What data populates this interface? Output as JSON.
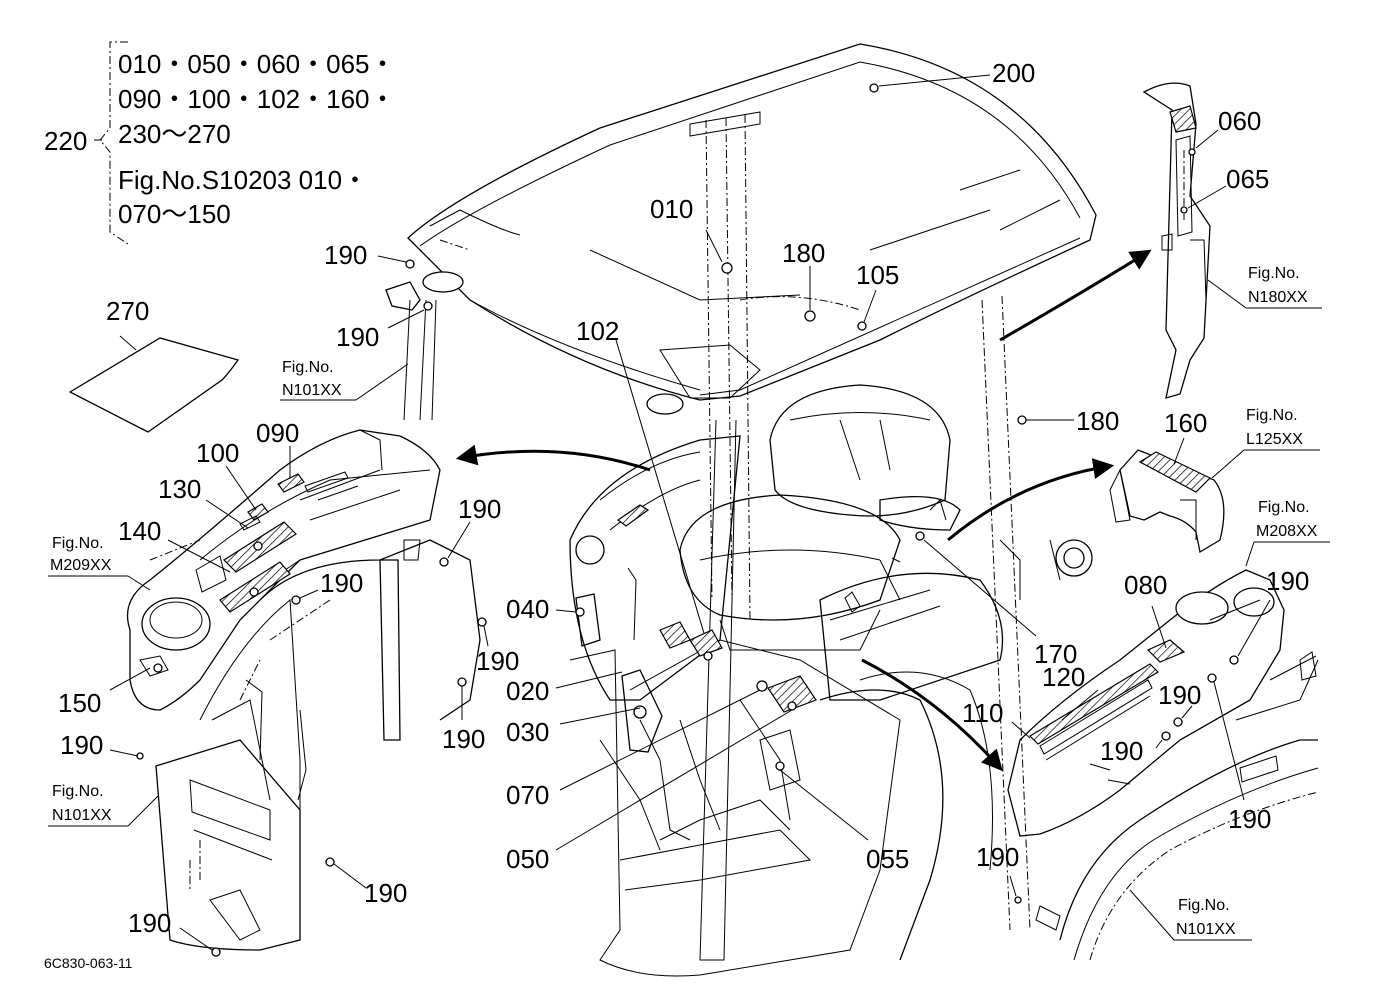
{
  "callout_220": {
    "label": "220",
    "lines": [
      "010・050・060・065・",
      "090・100・102・160・",
      "230～270",
      "Fig.No.S10203 010・",
      "070～150"
    ]
  },
  "parts": {
    "p010": "010",
    "p020": "020",
    "p030": "030",
    "p040": "040",
    "p050": "050",
    "p055": "055",
    "p060": "060",
    "p065": "065",
    "p070": "070",
    "p080": "080",
    "p090": "090",
    "p100": "100",
    "p102": "102",
    "p105": "105",
    "p110": "110",
    "p120": "120",
    "p130": "130",
    "p140": "140",
    "p150": "150",
    "p160": "160",
    "p170": "170",
    "p180": "180",
    "p190": "190",
    "p200": "200",
    "p270": "270"
  },
  "fig_refs": {
    "fig_label": "Fig.No.",
    "n101": "N101XX",
    "n180": "N180XX",
    "l125": "L125XX",
    "m208": "M208XX",
    "m209": "M209XX"
  },
  "drawing_code": "6C830-063-11"
}
